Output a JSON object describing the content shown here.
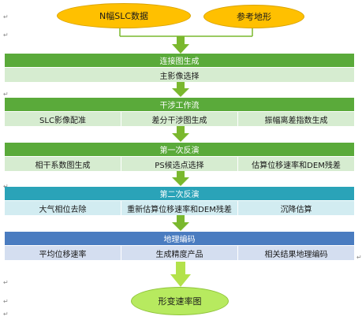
{
  "inputs": {
    "left": "N幅SLC数据",
    "right": "参考地形"
  },
  "sections": [
    {
      "title": "连接图生成",
      "items": [
        "主影像选择"
      ],
      "bar_color": "#5aaa3a",
      "sub_color": "#d6ecd0"
    },
    {
      "title": "干涉工作流",
      "items": [
        "SLC影像配准",
        "差分干涉图生成",
        "振幅离差指数生成"
      ],
      "bar_color": "#5aaa3a",
      "sub_color": "#d6ecd0"
    },
    {
      "title": "第一次反演",
      "items": [
        "相干系数图生成",
        "PS候选点选择",
        "估算位移速率和DEM残差"
      ],
      "bar_color": "#5aaa3a",
      "sub_color": "#d6ecd0"
    },
    {
      "title": "第二次反演",
      "items": [
        "大气相位去除",
        "重新估算位移速率和DEM残差",
        "沉降估算"
      ],
      "bar_color": "#2aa3b8",
      "sub_color": "#d2ecf1"
    },
    {
      "title": "地理编码",
      "items": [
        "平均位移速率",
        "生成精度产品",
        "相关结果地理编码"
      ],
      "bar_color": "#4a7cc0",
      "sub_color": "#d4def0"
    }
  ],
  "output": "形变速率图",
  "colors": {
    "arrow_green": "#7ab82e",
    "arrow_lime": "#b3e24b",
    "ellipse_yellow": "#ffc000",
    "ellipse_green": "#b7ea5f"
  }
}
